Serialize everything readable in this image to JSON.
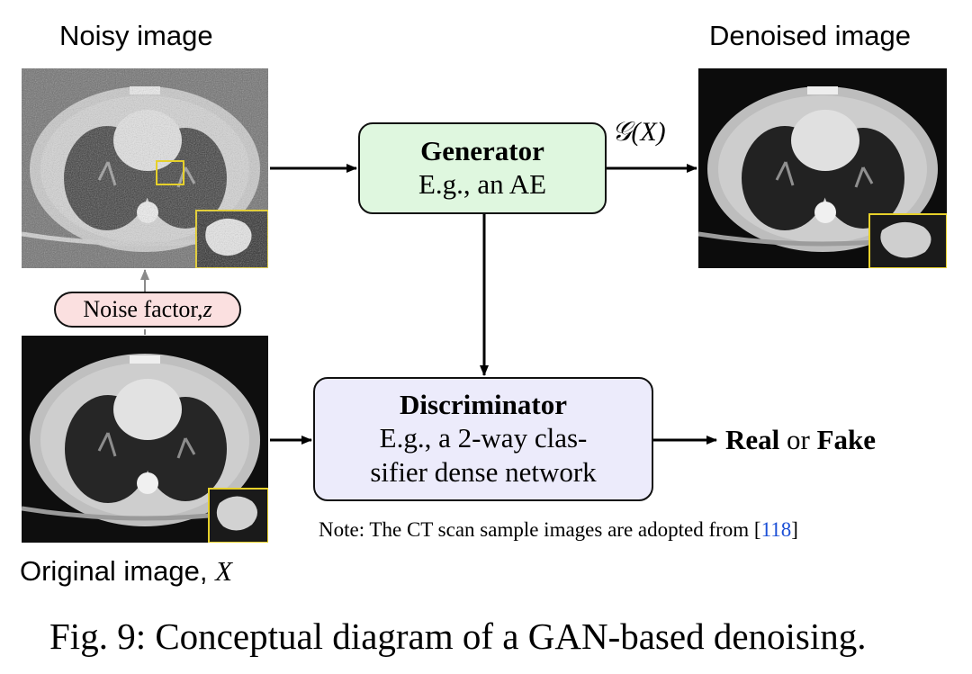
{
  "labels": {
    "noisy": "Noisy image",
    "denoised": "Denoised image",
    "original": "Original image, ",
    "original_var": "X"
  },
  "generator": {
    "title": "Generator",
    "subtitle": "E.g., an AE"
  },
  "generator_output": "𝒢(X)",
  "discriminator": {
    "title": "Discriminator",
    "line1": "E.g., a 2-way clas-",
    "line2": "sifier dense network"
  },
  "noise_factor": {
    "text": "Noise factor, ",
    "var": "z"
  },
  "output": {
    "real": "Real",
    "or": " or ",
    "fake": "Fake"
  },
  "note": {
    "text": "Note: The CT scan sample images are adopted from [",
    "ref": "118",
    "close": "]"
  },
  "caption": "Fig. 9: Conceptual diagram of a GAN-based denoising.",
  "colors": {
    "generator_fill": "#dff7df",
    "discriminator_fill": "#ecebfb",
    "pill_fill": "#fbe0e0",
    "highlight": "#e6d02a",
    "ref_link": "#1b4fd6"
  }
}
